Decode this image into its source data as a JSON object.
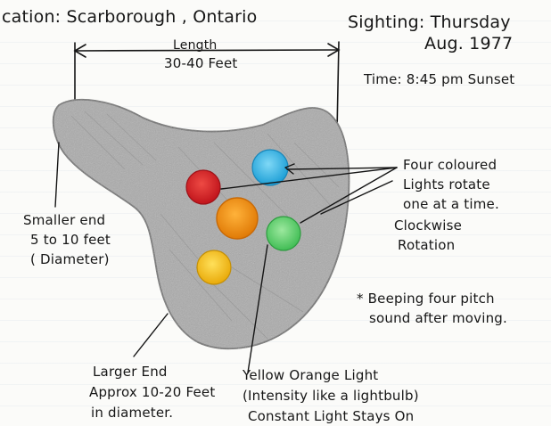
{
  "header": {
    "location": "cation: Scarborough , Ontario",
    "length_title": "Length",
    "length_value": "30-40 Feet"
  },
  "sighting": {
    "line1": "Sighting: Thursday",
    "line2": "Aug. 1977",
    "time": "Time: 8:45 pm Sunset"
  },
  "notes": {
    "lights_line1": "Four coloured",
    "lights_line2": "Lights rotate",
    "lights_line3": "one at a time.",
    "rotation_line1": "Clockwise",
    "rotation_line2": "Rotation",
    "beeping_line1": "* Beeping four pitch",
    "beeping_line2": "sound after moving.",
    "smaller_line1": "Smaller end",
    "smaller_line2": "5 to 10 feet",
    "smaller_line3": "( Diameter)",
    "larger_line1": "Larger End",
    "larger_line2": "Approx 10-20 Feet",
    "larger_line3": "in diameter.",
    "yellow_line1": "Yellow Orange Light",
    "yellow_line2": "(Intensity like a lightbulb)",
    "yellow_line3": "Constant Light Stays On"
  },
  "colors": {
    "body_fill": "#a9a9a9",
    "red_light": "#d62828",
    "blue_light": "#35b6e6",
    "orange_light": "#ef8a10",
    "green_light": "#5ed06a",
    "yellow_light": "#f2c014"
  }
}
